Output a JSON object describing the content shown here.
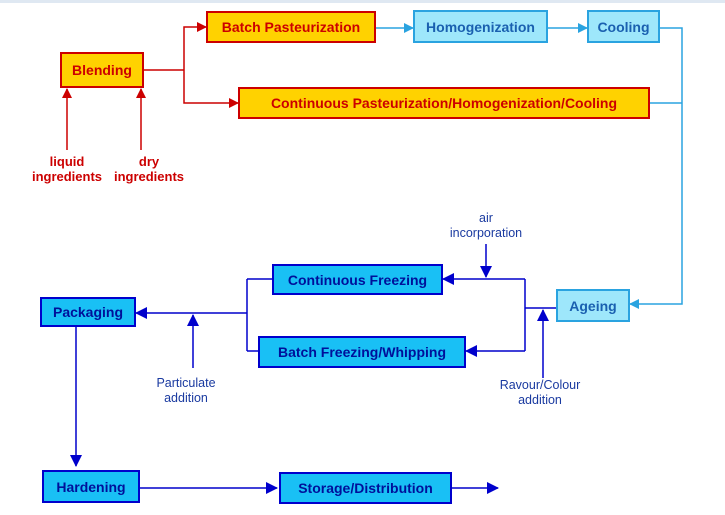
{
  "boxes": {
    "blending": "Blending",
    "batch_pasteurization": "Batch Pasteurization",
    "homogenization": "Homogenization",
    "cooling": "Cooling",
    "continuous_phc": "Continuous Pasteurization/Homogenization/Cooling",
    "ageing": "Ageing",
    "continuous_freezing": "Continuous Freezing",
    "batch_freezing": "Batch Freezing/Whipping",
    "packaging": "Packaging",
    "hardening": "Hardening",
    "storage": "Storage/Distribution"
  },
  "labels": {
    "liquid": [
      "liquid",
      "ingredients"
    ],
    "dry": [
      "dry",
      "ingredients"
    ],
    "air": [
      "air",
      "incorporation"
    ],
    "particulate": [
      "Particulate",
      "addition"
    ],
    "flavour": [
      "Ravour/Colour",
      "addition"
    ]
  },
  "colors": {
    "orange_fill": "#ffd200",
    "red": "#cc0000",
    "blue_fill": "#19c0f5",
    "light_blue_fill": "#9ee7fb",
    "blue_line": "#0000cc",
    "light_blue_line": "#2aa3e0"
  }
}
